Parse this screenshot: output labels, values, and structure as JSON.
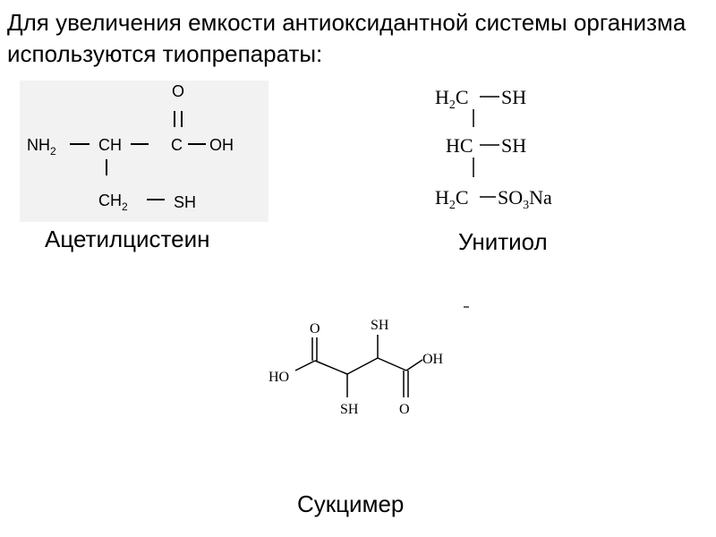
{
  "title": "Для увеличения  емкости антиоксидантной системы организма используются тиопрепараты:",
  "structures": {
    "acetylcysteine": {
      "caption": "Ацетилцистеин",
      "atoms": {
        "nh2": "NH",
        "nh2_sub": "2",
        "ch": "CH",
        "c": "C",
        "oh": "OH",
        "o": "O",
        "ch2": "CH",
        "ch2_sub": "2",
        "sh": "SH"
      }
    },
    "unithiol": {
      "caption": "Унитиол",
      "atoms": {
        "h2c_top_h": "H",
        "h2c_top_sub": "2",
        "h2c_top_c": "C",
        "sh1": "SH",
        "hc": "HC",
        "sh2": "SH",
        "h2c_bot_h": "H",
        "h2c_bot_sub": "2",
        "h2c_bot_c": "C",
        "so3na_so": "SO",
        "so3na_sub": "3",
        "so3na_na": "Na"
      }
    },
    "succimer": {
      "caption": "Сукцимер",
      "atoms": {
        "o_top": "O",
        "sh_top": "SH",
        "ho_left": "HO",
        "oh_right": "OH",
        "sh_bottom": "SH",
        "o_bottom": "O"
      }
    }
  }
}
